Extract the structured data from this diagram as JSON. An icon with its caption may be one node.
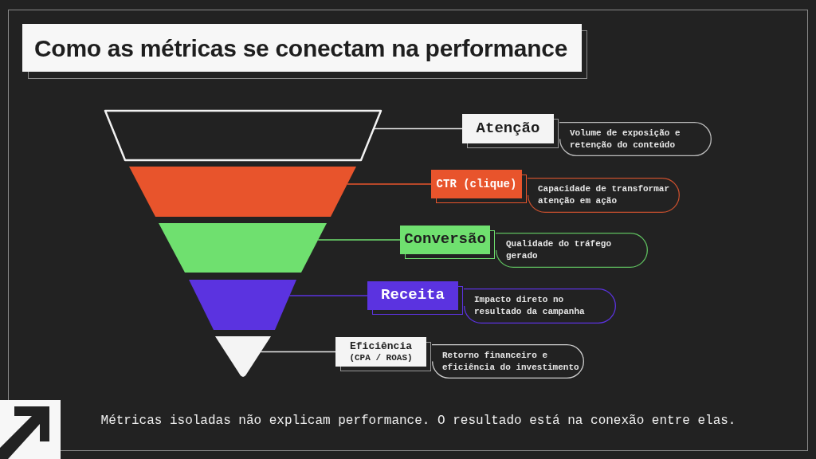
{
  "diagram": {
    "title": "Como as métricas se conectam na performance",
    "caption": "Métricas isoladas não explicam performance. O resultado está na conexão entre elas.",
    "nodes": [
      {
        "text": [],
        "shape": "trapezoid"
      },
      {
        "text": [
          "Atenção"
        ]
      },
      {
        "text": [
          "Volume de exposição e retenção do conteúdo"
        ]
      },
      {
        "text": [],
        "shape": "trapezoid"
      },
      {
        "text": [
          "CTR (clique)"
        ]
      },
      {
        "text": [
          "Capacidade de transformar atenção em ação"
        ]
      },
      {
        "text": [],
        "shape": "trapezoid"
      },
      {
        "text": [
          "Conversão"
        ]
      },
      {
        "text": [
          "Qualidade do tráfego gerado"
        ]
      },
      {
        "text": [],
        "shape": "trapezoid"
      },
      {
        "text": [
          "Receita"
        ]
      },
      {
        "text": [
          "Impacto direto no resultado da campanha"
        ]
      },
      {
        "text": [],
        "shape": "triangle"
      },
      {
        "text": [
          "Eficiência",
          "(CPA / ROAS)"
        ]
      },
      {
        "text": [
          "Retorno financeiro e eficiência do investimento"
        ]
      }
    ],
    "edges": [
      {
        "from": 0,
        "to": 1,
        "arrow": "none"
      },
      {
        "from": 3,
        "to": 4,
        "arrow": "none",
        "color": "#e8542c"
      },
      {
        "from": 6,
        "to": 7,
        "arrow": "none",
        "color": "#6fe06f"
      },
      {
        "from": 9,
        "to": 10,
        "arrow": "none",
        "color": "#5b33e0"
      },
      {
        "from": 12,
        "to": 13,
        "arrow": "none"
      }
    ]
  }
}
